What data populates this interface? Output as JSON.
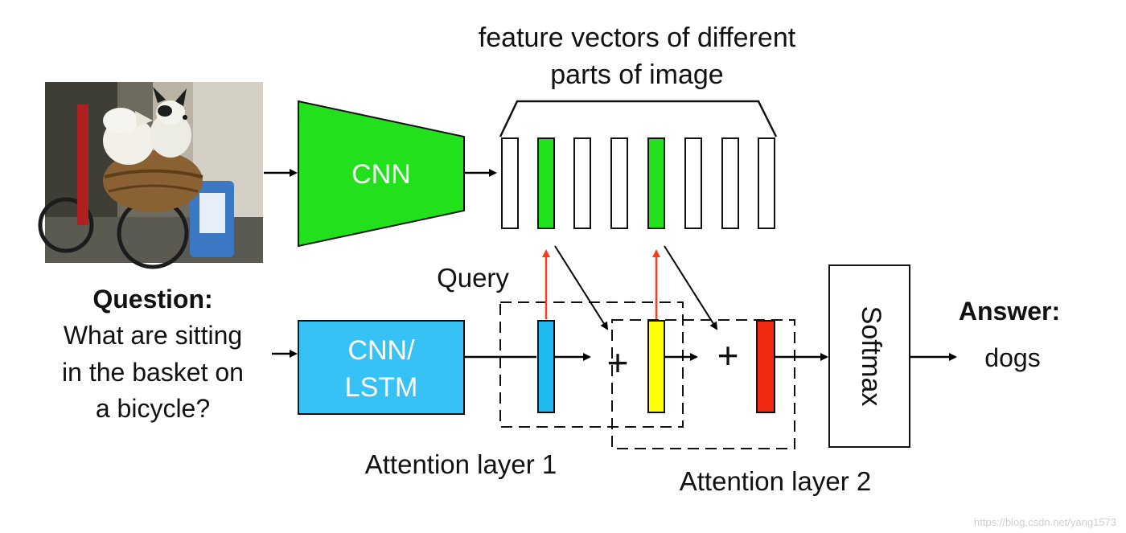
{
  "header": {
    "feature_line1": "feature vectors of different",
    "feature_line2": "parts of image"
  },
  "cnn_label": "CNN",
  "lstm_label_line1": "CNN/",
  "lstm_label_line2": "LSTM",
  "question": {
    "title": "Question:",
    "line1": "What are sitting",
    "line2": "in the basket on",
    "line3": "a bicycle?"
  },
  "query_label": "Query",
  "plus_sign": "+",
  "attention_layer_1": "Attention layer 1",
  "attention_layer_2": "Attention layer 2",
  "softmax_label": "Softmax",
  "answer": {
    "title": "Answer:",
    "value": "dogs"
  },
  "watermark": "https://blog.csdn.net/yang1573",
  "colors": {
    "cnn_fill": "#22e01c",
    "lstm_fill": "#36c2f5",
    "feature_highlight": "#22e01c",
    "query_vector": "#1fb8f0",
    "attended_vector_1": "#ffff00",
    "attended_vector_2": "#f02a10",
    "query_arrow": "#ff3b1a"
  }
}
